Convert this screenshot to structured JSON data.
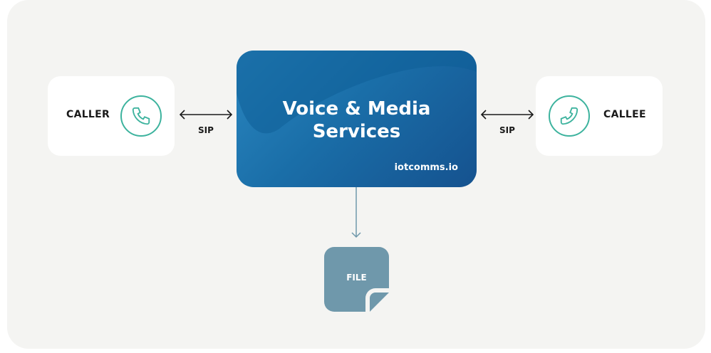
{
  "nodes": {
    "caller": "CALLER",
    "callee": "CALLEE",
    "service_line1": "Voice & Media",
    "service_line2": "Services",
    "brand": "iotcomms.io",
    "file": "FILE"
  },
  "edges": {
    "left": "SIP",
    "right": "SIP"
  },
  "colors": {
    "accent": "#3db39e",
    "service": "#1a6ea8",
    "file": "#6f98ab"
  }
}
